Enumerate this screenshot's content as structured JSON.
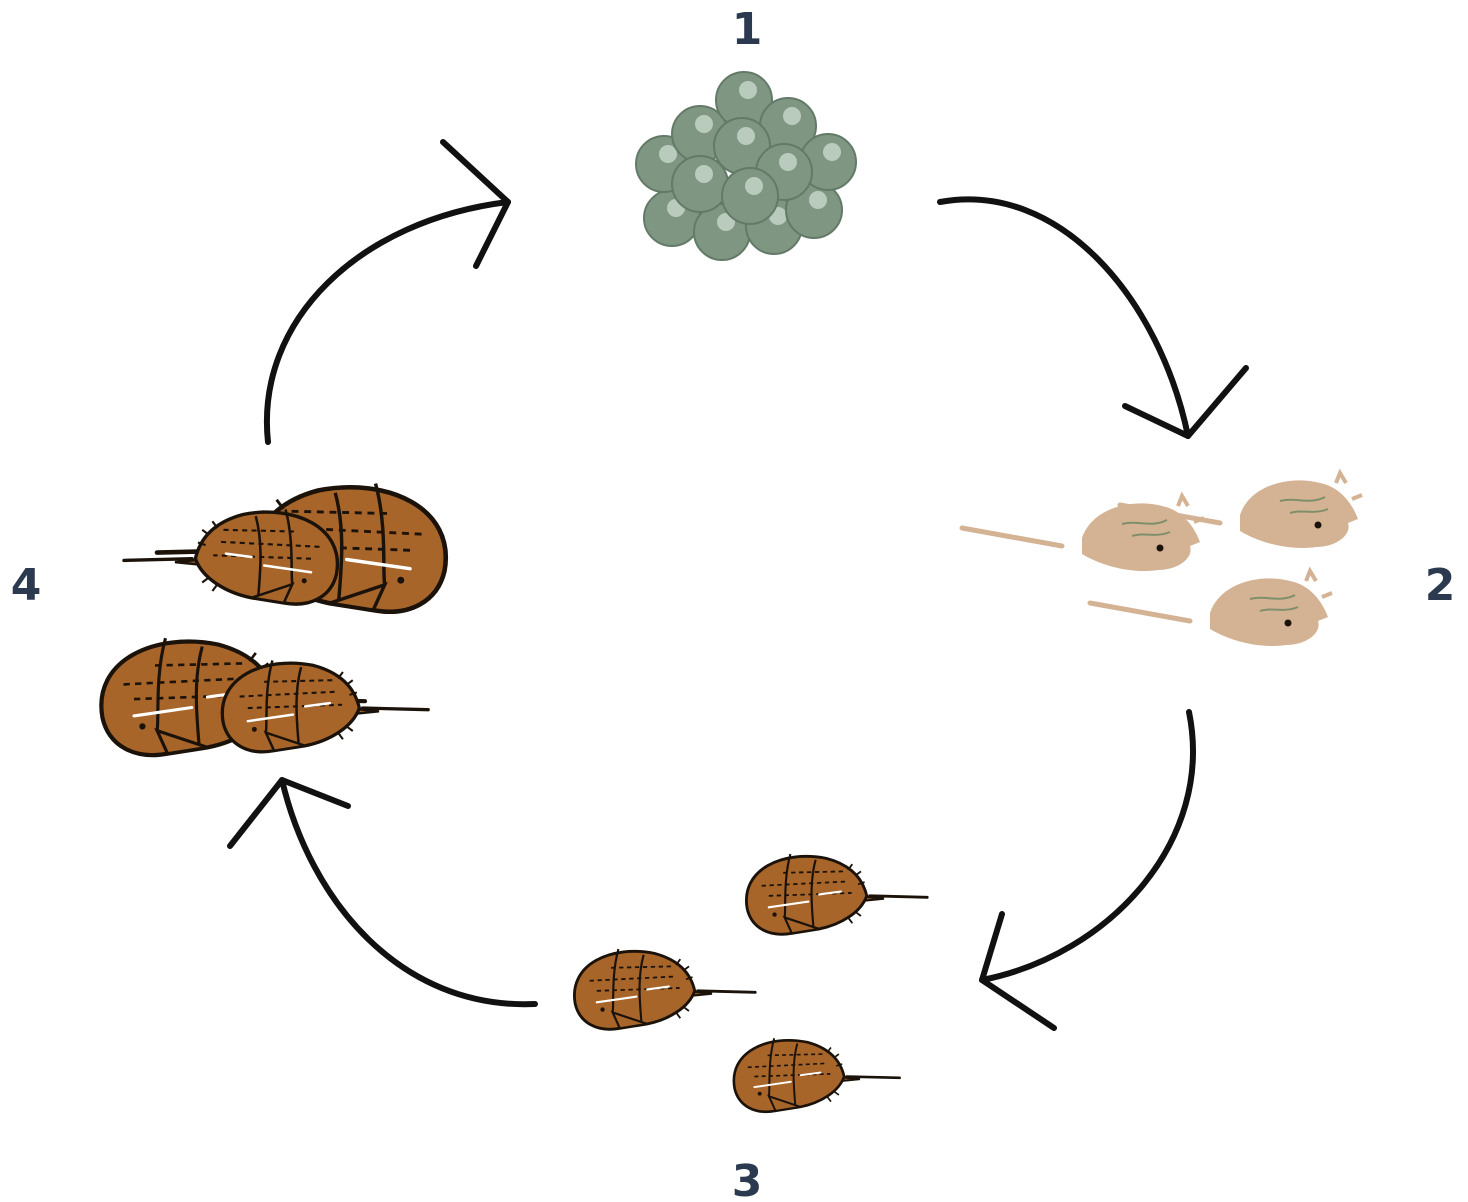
{
  "stages": [
    {
      "id": "eggs",
      "label": "1"
    },
    {
      "id": "larvae",
      "label": "2"
    },
    {
      "id": "juveniles",
      "label": "3"
    },
    {
      "id": "adults",
      "label": "4"
    }
  ],
  "colors": {
    "label": "#2b3a4e",
    "egg": "#7e9682",
    "egg_highlight": "#b9cbbc",
    "larva": "#d4b394",
    "crab_shell": "#a8652a",
    "crab_outline": "#1b120a",
    "arrow": "#111111"
  }
}
